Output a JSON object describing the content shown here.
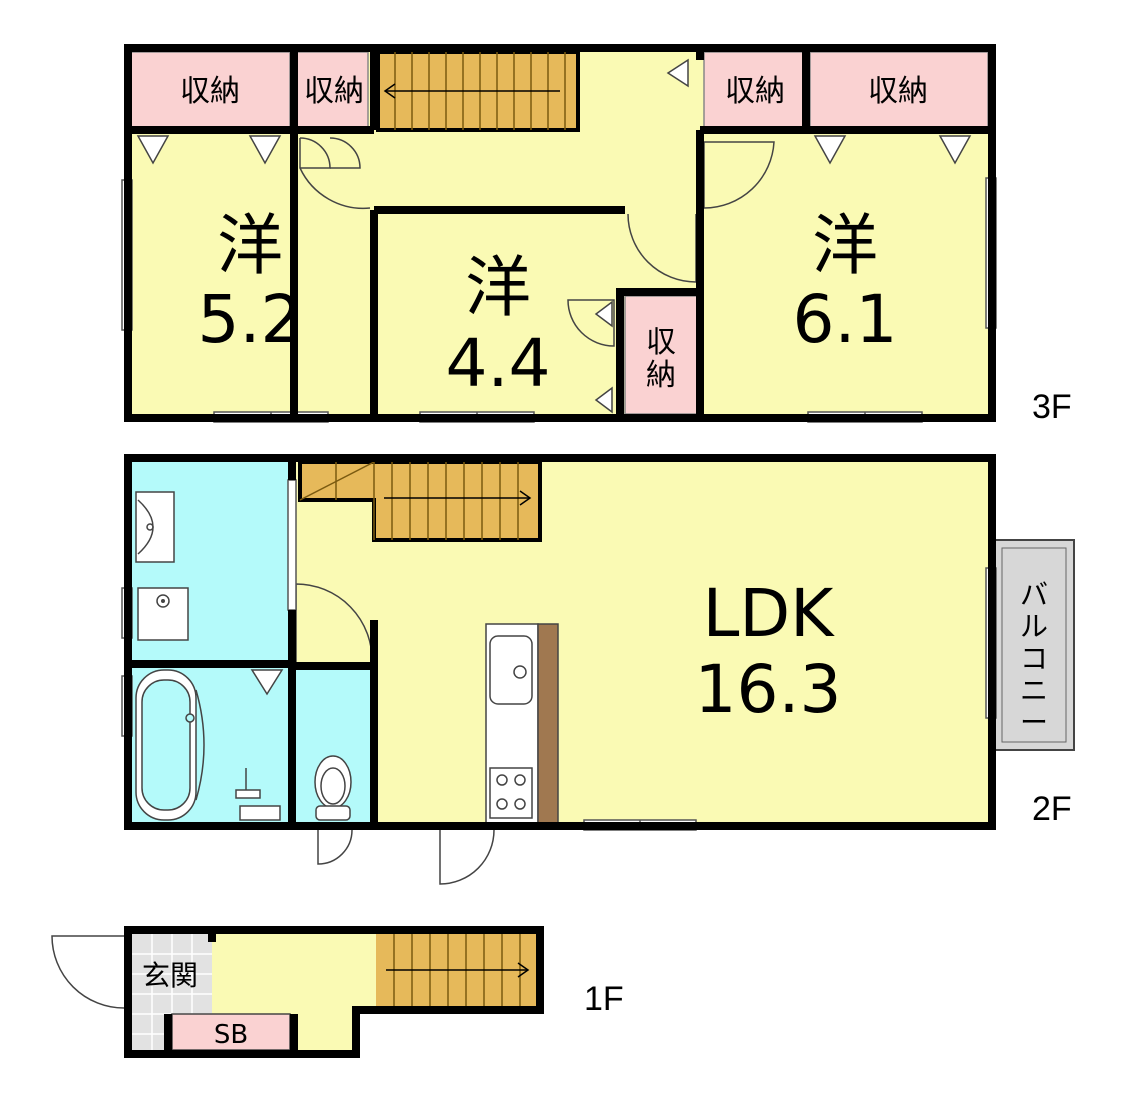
{
  "floor3": {
    "label": "3F",
    "room_west": {
      "type": "洋",
      "size": "5.2"
    },
    "room_center": {
      "type": "洋",
      "size": "4.4"
    },
    "room_east": {
      "type": "洋",
      "size": "6.1"
    },
    "storage_label": "収納",
    "storage_vertical_1": "収",
    "storage_vertical_2": "納"
  },
  "floor2": {
    "label": "2F",
    "ldk": {
      "type": "LDK",
      "size": "16.3"
    },
    "balcony_chars": [
      "バ",
      "ル",
      "コ",
      "ニ",
      "ー"
    ]
  },
  "floor1": {
    "label": "1F",
    "entrance": "玄関",
    "shoe_box": "SB"
  },
  "colors": {
    "room_yellow": "#fafab4",
    "storage_pink": "#fad2d2",
    "water_blue": "#b4fafa",
    "stairs_gold": "#e6b95a",
    "balcony_gray": "#d7d7d7",
    "counter_brown": "#a07850"
  }
}
